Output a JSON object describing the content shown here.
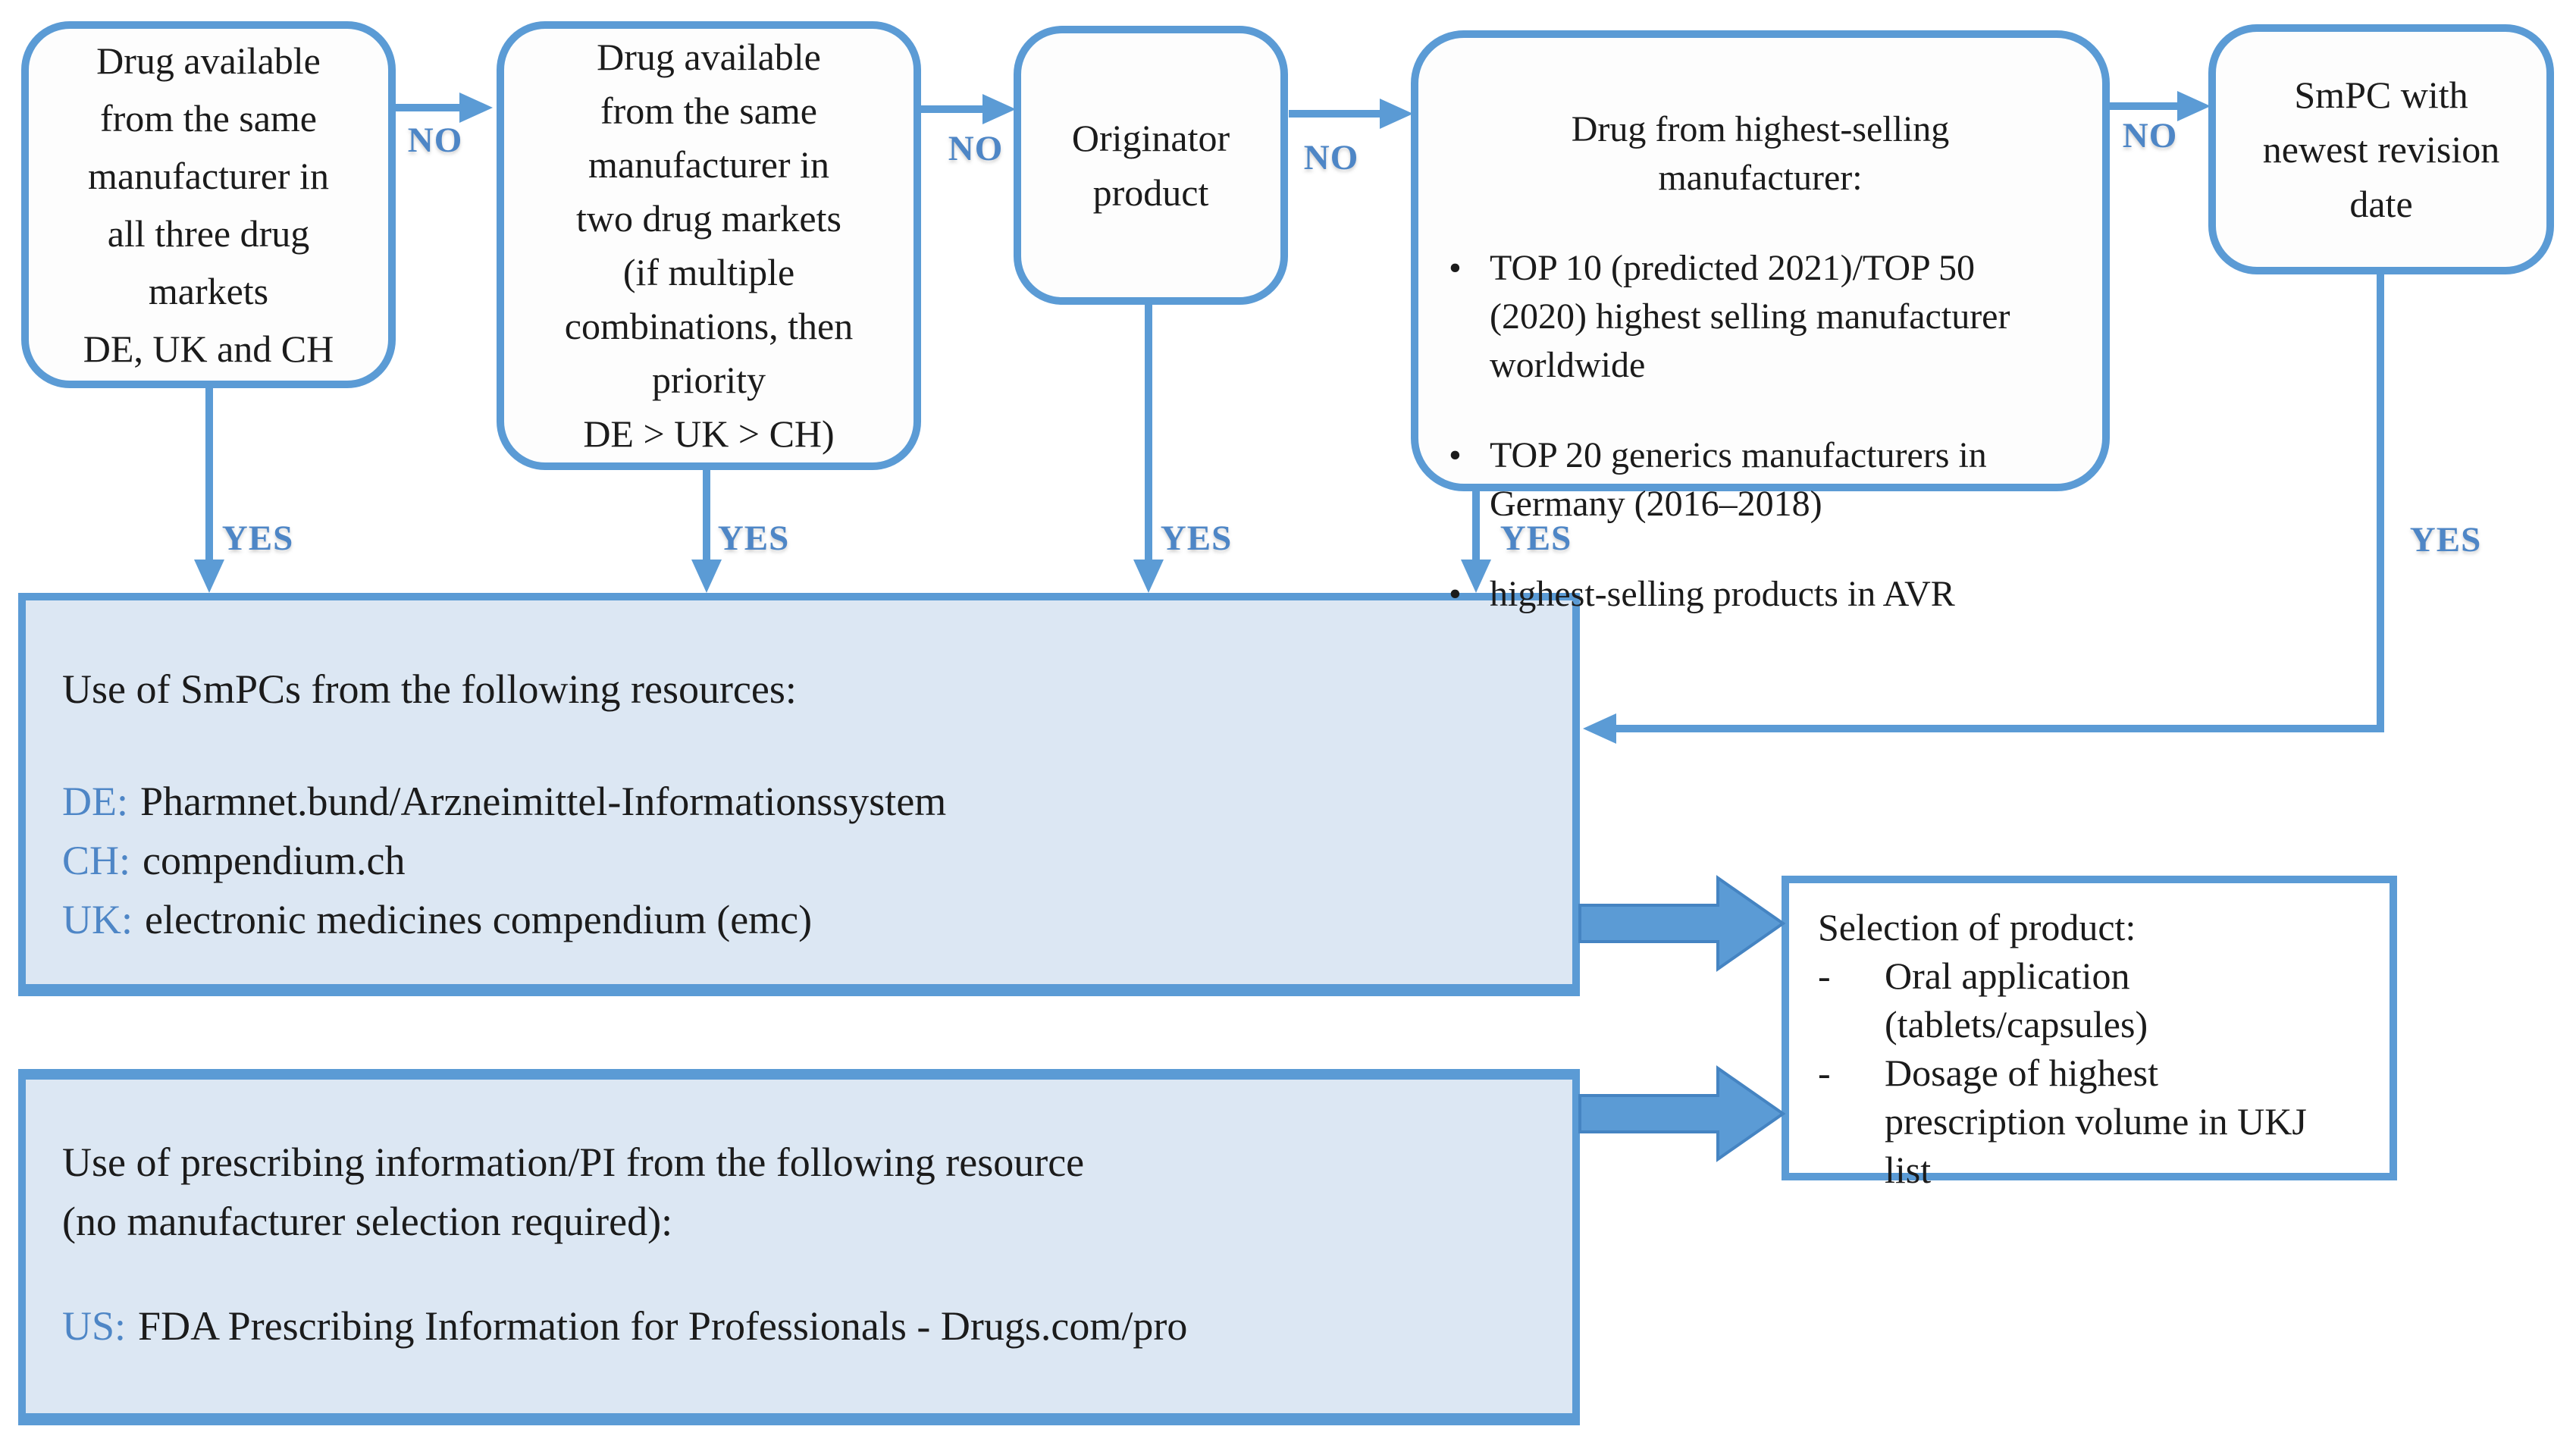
{
  "colors": {
    "line_blue": "#5b9bd5",
    "label_blue": "#4e86c6",
    "box_fill_light_blue": "#dce7f3",
    "box_background_white": "#fdfdfd",
    "text_black": "#1b1b1b"
  },
  "labels": {
    "yes": "YES",
    "no": "NO"
  },
  "markers": {
    "dash": "-",
    "dot": "•"
  },
  "decision_boxes": {
    "same_manufacturer_three_markets": {
      "text": "Drug available\nfrom the same\nmanufacturer in\nall three drug\nmarkets\nDE, UK and CH"
    },
    "same_manufacturer_two_markets": {
      "text": "Drug available\nfrom the same\nmanufacturer in\ntwo drug markets\n(if multiple\ncombinations, then\npriority\nDE > UK > CH)"
    },
    "originator_product": {
      "text": "Originator\nproduct"
    },
    "highest_selling_manufacturer": {
      "title": "Drug from highest-selling\nmanufacturer:",
      "bullets": [
        "TOP 10 (predicted 2021)/TOP 50\n(2020) highest selling manufacturer\nworldwide",
        "TOP 20 generics manufacturers in\nGermany (2016–2018)",
        "highest-selling products in AVR"
      ]
    },
    "smpc_newest_revision": {
      "text": "SmPC with\nnewest revision\ndate"
    }
  },
  "smpc_resources_box": {
    "heading": "Use of SmPCs from the following resources:",
    "entries": [
      {
        "prefix": "DE:",
        "text": "Pharmnet.bund/Arzneimittel-Informationssystem"
      },
      {
        "prefix": "CH:",
        "text": "compendium.ch"
      },
      {
        "prefix": "UK:",
        "text": "electronic medicines compendium (emc)"
      }
    ]
  },
  "pi_resource_box": {
    "heading": "Use of prescribing information/PI from the following resource\n(no manufacturer selection required):",
    "entries": [
      {
        "prefix": "US:",
        "text": "FDA Prescribing Information for Professionals -  Drugs.com/pro"
      }
    ]
  },
  "product_selection_box": {
    "title": "Selection of product:",
    "items": [
      "Oral application\n(tablets/capsules)",
      "Dosage of highest\nprescription volume in UKJ\nlist"
    ]
  }
}
